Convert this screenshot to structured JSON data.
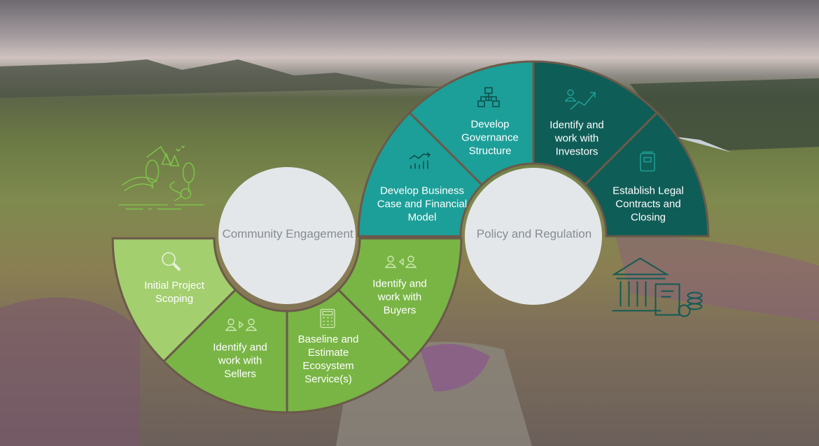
{
  "colors": {
    "light_green": "#a3cf6f",
    "green": "#79b545",
    "teal": "#1c9f99",
    "dark_teal": "#0f5d57",
    "hub": "#e3e7ea",
    "hub_text": "#868d93"
  },
  "left_cycle": {
    "hub": "Community Engagement",
    "steps": [
      {
        "label": "Initial Project Scoping",
        "icon": "magnifier-icon"
      },
      {
        "label": "Identify and work with Sellers",
        "icon": "people-exchange-icon"
      },
      {
        "label": "Baseline and Estimate Ecosystem Service(s)",
        "icon": "calculator-icon"
      },
      {
        "label": "Identify and work with Buyers",
        "icon": "people-exchange-icon"
      }
    ]
  },
  "right_cycle": {
    "hub": "Policy and Regulation",
    "steps": [
      {
        "label": "Develop Business Case and Financial Model",
        "icon": "chart-icon"
      },
      {
        "label": "Develop Governance Structure",
        "icon": "org-chart-icon"
      },
      {
        "label": "Identify and work with Investors",
        "icon": "investor-growth-icon"
      },
      {
        "label": "Establish Legal Contracts and Closing",
        "icon": "legal-book-icon"
      }
    ]
  }
}
